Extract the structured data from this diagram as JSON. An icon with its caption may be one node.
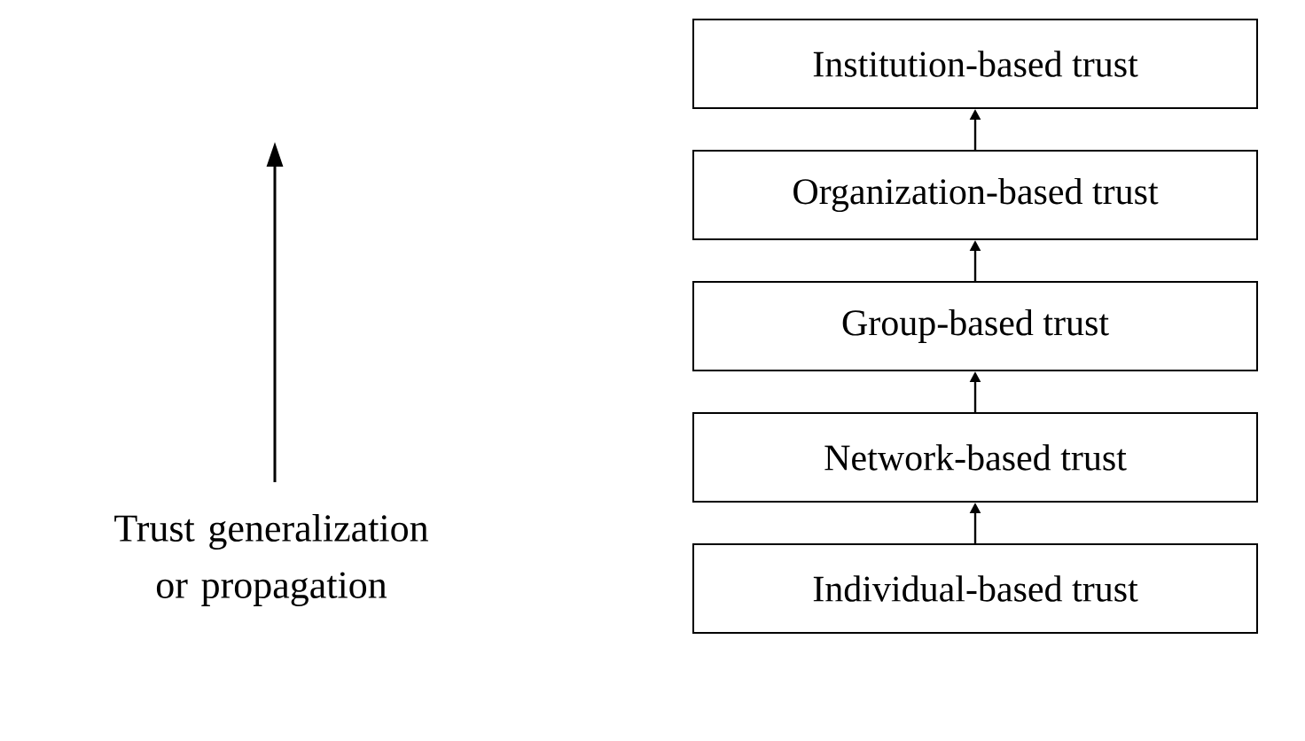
{
  "diagram": {
    "nodes": [
      {
        "text": [
          "Institution-based trust"
        ]
      },
      {
        "text": [
          "Organization-based trust"
        ]
      },
      {
        "text": [
          "Group-based trust"
        ]
      },
      {
        "text": [
          "Network-based trust"
        ]
      },
      {
        "text": [
          "Individual-based trust"
        ]
      }
    ],
    "edges": [
      {
        "from": 4,
        "to": 3,
        "arrow": "to"
      },
      {
        "from": 3,
        "to": 2,
        "arrow": "to"
      },
      {
        "from": 2,
        "to": 1,
        "arrow": "to"
      },
      {
        "from": 1,
        "to": 0,
        "arrow": "to"
      }
    ],
    "labels": [
      "Trust generalization or propagation"
    ]
  }
}
